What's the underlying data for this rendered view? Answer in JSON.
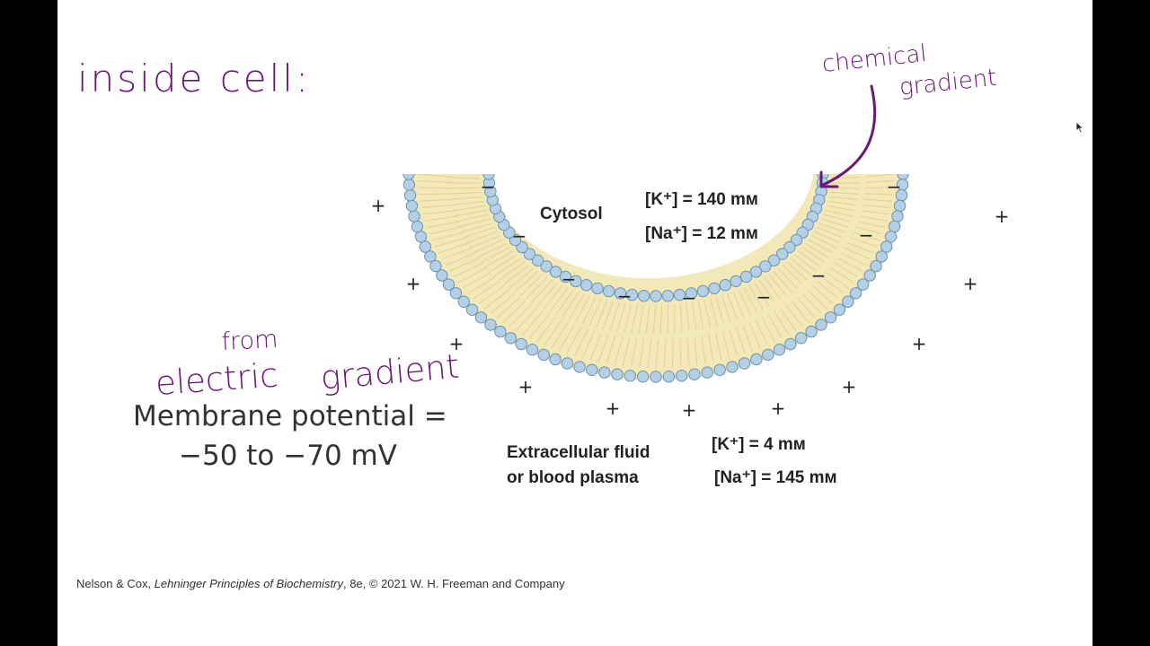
{
  "annotations": {
    "inside_cell": "inside cell:",
    "chemical": "chemical",
    "gradient_top": "gradient",
    "from": "from",
    "electric": "electric",
    "gradient_left": "gradient"
  },
  "cytosol": {
    "label": "Cytosol",
    "k_conc": "[K⁺] = 140 mᴍ",
    "na_conc": "[Na⁺] = 12 mᴍ"
  },
  "extracellular": {
    "line1": "Extracellular fluid",
    "line2": "or blood plasma",
    "k_conc": "[K⁺] = 4 mᴍ",
    "na_conc": "[Na⁺] = 145 mᴍ"
  },
  "membrane_potential": {
    "line1": "Membrane potential =",
    "line2": "−50 to −70 mV"
  },
  "signs": {
    "minus": "−",
    "plus": "+"
  },
  "credit": {
    "authors": "Nelson & Cox, ",
    "book": "Lehninger Principles of Biochemistry",
    "rest": ", 8e, © 2021 W. H. Freeman and Company"
  },
  "colors": {
    "membrane_fill": "#f2e8b8",
    "head_fill": "#b4d0e6",
    "head_stroke": "#6d93b0",
    "annotation": "#6a1a76"
  }
}
